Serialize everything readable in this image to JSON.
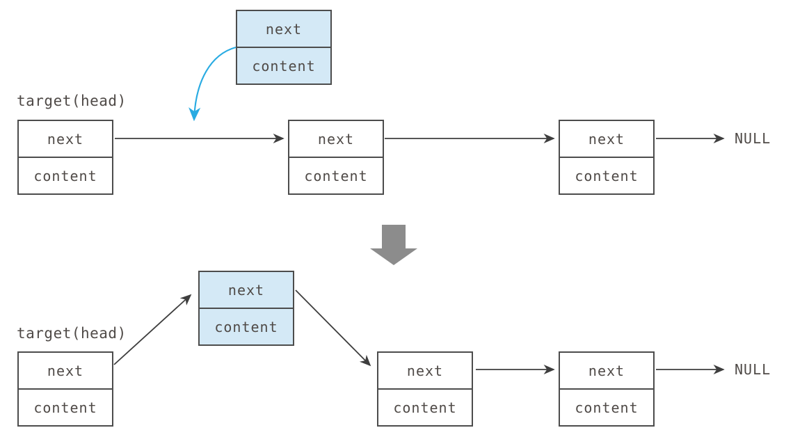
{
  "diagram": {
    "type": "linked-list-insertion",
    "stages": [
      "before-insertion",
      "after-insertion"
    ]
  },
  "node_cells": {
    "next": "next",
    "content": "content"
  },
  "before": {
    "target_label": "target(head)",
    "null_label": "NULL"
  },
  "after": {
    "target_label": "target(head)",
    "null_label": "NULL"
  },
  "colors": {
    "background": "#ffffff",
    "node_border": "#4c4c4c",
    "node_fill_default": "#ffffff",
    "node_fill_highlight": "#d4e9f6",
    "link_arrow": "#3e3e3e",
    "insert_pointer_arrow": "#29abe2",
    "transition_arrow": "#8c8c8c",
    "text": "#4f4a47"
  }
}
